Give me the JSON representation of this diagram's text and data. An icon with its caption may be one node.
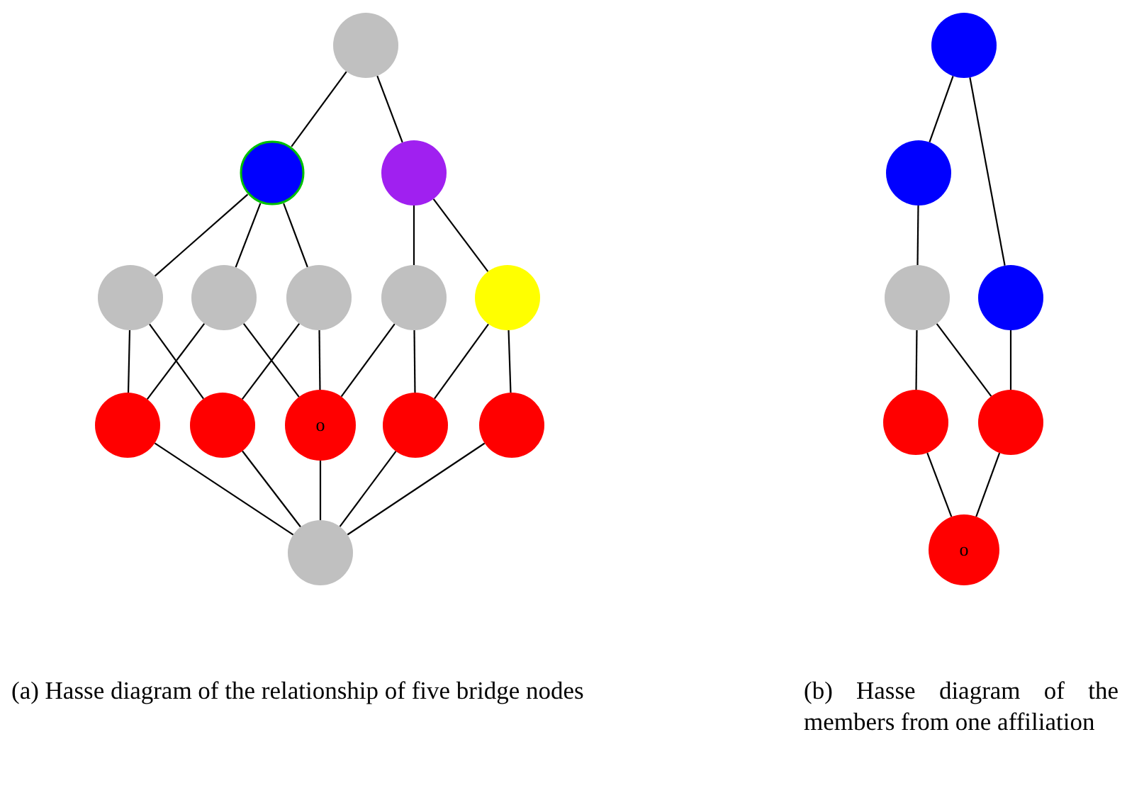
{
  "diagram": {
    "nodes": [
      {
        "text": [],
        "shape": "circle"
      },
      {
        "text": [],
        "shape": "circle"
      },
      {
        "text": [],
        "shape": "circle"
      },
      {
        "text": [],
        "shape": "circle"
      },
      {
        "text": [],
        "shape": "circle"
      },
      {
        "text": [],
        "shape": "circle"
      },
      {
        "text": [],
        "shape": "circle"
      },
      {
        "text": [],
        "shape": "circle"
      },
      {
        "text": [],
        "shape": "circle"
      },
      {
        "text": [],
        "shape": "circle"
      },
      {
        "text": [
          "o"
        ]
      },
      {
        "text": [],
        "shape": "circle"
      },
      {
        "text": [],
        "shape": "circle"
      },
      {
        "text": [],
        "shape": "circle"
      },
      {
        "text": [],
        "shape": "circle"
      },
      {
        "text": [],
        "shape": "circle"
      },
      {
        "text": [],
        "shape": "circle"
      },
      {
        "text": [],
        "shape": "circle"
      },
      {
        "text": [],
        "shape": "circle"
      },
      {
        "text": [],
        "shape": "circle"
      },
      {
        "text": [
          "o"
        ]
      }
    ],
    "edges": [
      {
        "from": 0,
        "to": 1,
        "arrow": "none"
      },
      {
        "from": 0,
        "to": 2,
        "arrow": "none"
      },
      {
        "from": 1,
        "to": 3,
        "arrow": "none"
      },
      {
        "from": 1,
        "to": 4,
        "arrow": "none"
      },
      {
        "from": 1,
        "to": 5,
        "arrow": "none"
      },
      {
        "from": 2,
        "to": 6,
        "arrow": "none"
      },
      {
        "from": 2,
        "to": 7,
        "arrow": "none"
      },
      {
        "from": 3,
        "to": 8,
        "arrow": "none"
      },
      {
        "from": 3,
        "to": 9,
        "arrow": "none"
      },
      {
        "from": 4,
        "to": 8,
        "arrow": "none"
      },
      {
        "from": 4,
        "to": 10,
        "arrow": "none"
      },
      {
        "from": 5,
        "to": 9,
        "arrow": "none"
      },
      {
        "from": 5,
        "to": 10,
        "arrow": "none"
      },
      {
        "from": 6,
        "to": 10,
        "arrow": "none"
      },
      {
        "from": 6,
        "to": 11,
        "arrow": "none"
      },
      {
        "from": 7,
        "to": 11,
        "arrow": "none"
      },
      {
        "from": 7,
        "to": 12,
        "arrow": "none"
      },
      {
        "from": 8,
        "to": 13,
        "arrow": "none"
      },
      {
        "from": 9,
        "to": 13,
        "arrow": "none"
      },
      {
        "from": 10,
        "to": 13,
        "arrow": "none"
      },
      {
        "from": 11,
        "to": 13,
        "arrow": "none"
      },
      {
        "from": 12,
        "to": 13,
        "arrow": "none"
      },
      {
        "from": 14,
        "to": 15,
        "arrow": "none"
      },
      {
        "from": 14,
        "to": 17,
        "arrow": "none"
      },
      {
        "from": 15,
        "to": 16,
        "arrow": "none"
      },
      {
        "from": 16,
        "to": 18,
        "arrow": "none"
      },
      {
        "from": 16,
        "to": 19,
        "arrow": "none"
      },
      {
        "from": 17,
        "to": 19,
        "arrow": "none"
      },
      {
        "from": 18,
        "to": 20,
        "arrow": "none"
      },
      {
        "from": 19,
        "to": 20,
        "arrow": "none"
      }
    ],
    "labels": [
      "(a) Hasse diagram of the relationship of five bridge nodes",
      "(b) Hasse diagram of the members from one affiliation"
    ]
  }
}
